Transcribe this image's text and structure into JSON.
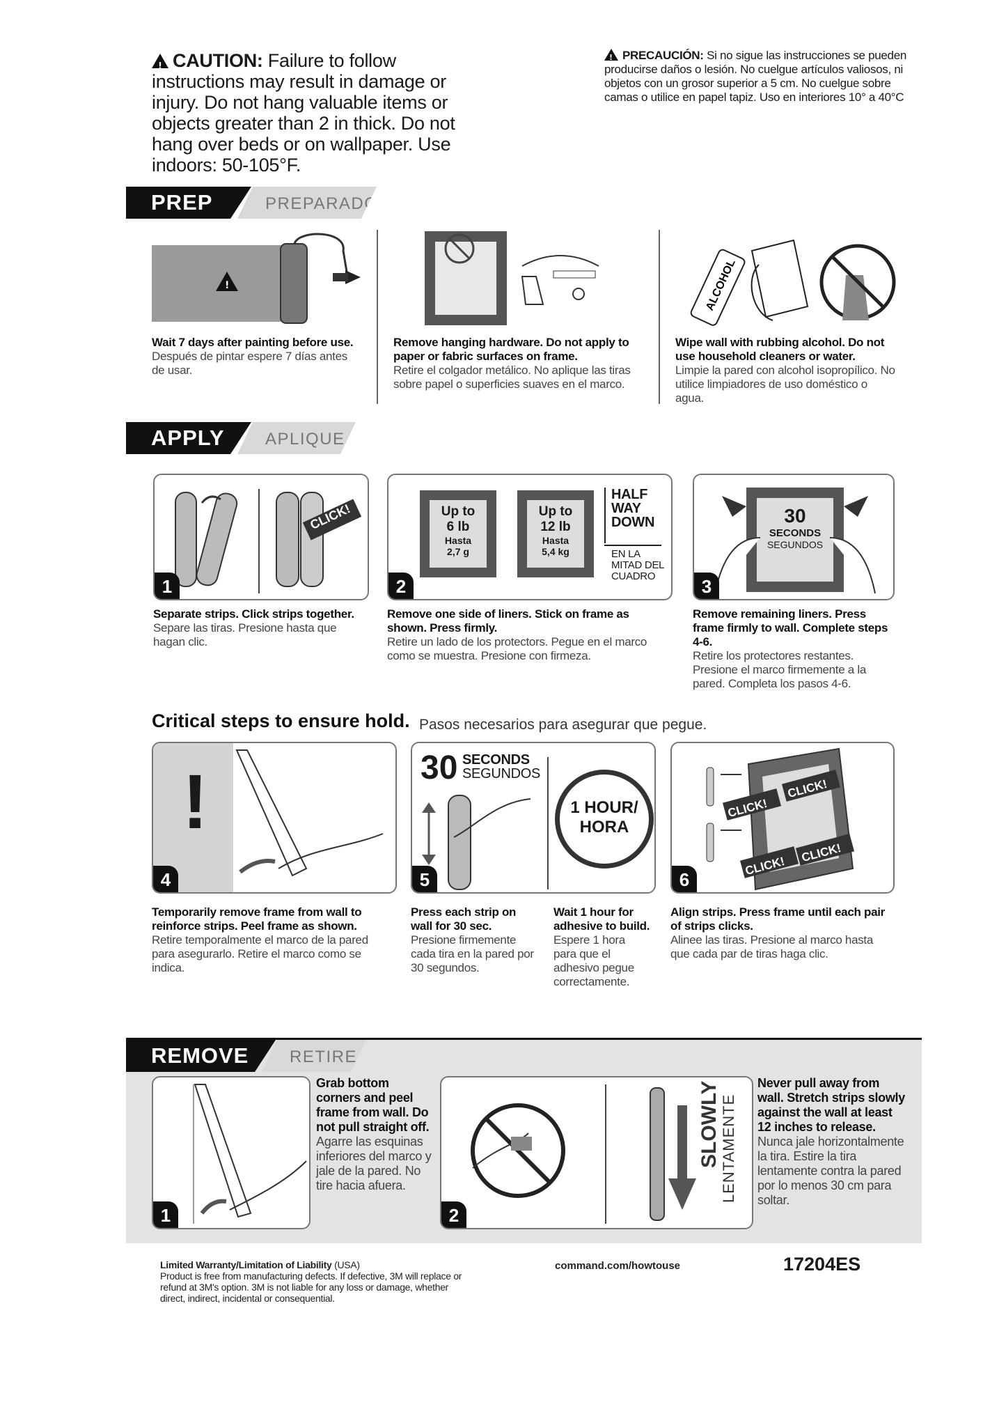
{
  "caution": {
    "en_label": "CAUTION:",
    "en_text": "Failure to follow instructions may result in damage or injury. Do not hang valuable items or objects greater than 2 in thick. Do not hang over beds or on wallpaper. Use indoors: 50-105°F.",
    "es_label": "PRECAUCIÓN:",
    "es_text": "Si no sigue las instrucciones se pueden producirse daños o lesión. No cuelgue artículos valiosos, ni objetos con un grosor superior a 5 cm. No cuelgue sobre camas o utilice en papel tapiz. Uso en interiores 10° a 40°C"
  },
  "prep": {
    "title": "PREP",
    "title_es": "PREPARADO",
    "steps": [
      {
        "title": "Wait 7 days after painting before use.",
        "es": "Después de pintar espere 7 días antes de usar."
      },
      {
        "title": "Remove hanging hardware. Do not apply to paper or fabric surfaces on frame.",
        "es": "Retire el colgador metálico. No aplique las tiras sobre papel o superficies suaves en el marco."
      },
      {
        "title": "Wipe wall with rubbing alcohol. Do not use household cleaners or water.",
        "es": "Limpie la pared con alcohol isopropílico. No utilice limpiadores de uso doméstico o agua."
      }
    ],
    "alcohol_label": "ALCOHOL"
  },
  "apply": {
    "title": "APPLY",
    "title_es": "APLIQUE",
    "steps": [
      {
        "num": "1",
        "title": "Separate strips. Click strips together.",
        "es": "Separe las tiras. Presione hasta que hagan clic."
      },
      {
        "num": "2",
        "title": "Remove one side of liners. Stick on frame as shown. Press firmly.",
        "es": "Retire un lado de los protectors. Pegue en el marco como se muestra. Presione con firmeza."
      },
      {
        "num": "3",
        "title": "Remove remaining liners. Press frame firmly to wall. Complete steps 4-6.",
        "es": "Retire los protectores restantes. Presione el marco firmemente a la pared. Completa los pasos 4-6."
      }
    ],
    "click": "CLICK!",
    "frame_a": {
      "line1": "Up to",
      "line2": "6 lb",
      "line3": "Hasta",
      "line4": "2,7 g"
    },
    "frame_b": {
      "line1": "Up to",
      "line2": "12 lb",
      "line3": "Hasta",
      "line4": "5,4 kg"
    },
    "halfway": {
      "l1": "HALF",
      "l2": "WAY",
      "l3": "DOWN",
      "e1": "EN LA",
      "e2": "MITAD DEL",
      "e3": "CUADRO"
    },
    "seconds": {
      "num": "30",
      "en": "SECONDS",
      "es": "SEGUNDOS"
    }
  },
  "critical": {
    "title": "Critical steps to ensure hold.",
    "title_es": "Pasos necesarios para asegurar que pegue.",
    "steps": [
      {
        "num": "4",
        "title": "Temporarily remove frame from wall to reinforce strips. Peel frame as shown.",
        "es": "Retire temporalmente el marco de la pared para asegurarlo. Retire el marco como se indica."
      },
      {
        "num": "5",
        "title": "Press each strip on wall for 30 sec.",
        "es": "Presione firmemente cada tira en la pared por 30 segundos."
      },
      {
        "num": "6",
        "title": "Align strips. Press frame until each pair of strips clicks.",
        "es": "Alinee las tiras. Presione al marco hasta que cada par de tiras haga clic."
      }
    ],
    "wait": {
      "title": "Wait 1 hour for adhesive to build.",
      "es": "Espere 1 hora para que el adhesivo pegue correctamente."
    },
    "seconds": {
      "num": "30",
      "en": "SECONDS",
      "es": "SEGUNDOS"
    },
    "clock": {
      "l1": "1 HOUR/",
      "l2": "HORA"
    },
    "click": "CLICK!"
  },
  "remove": {
    "title": "REMOVE",
    "title_es": "RETIRE",
    "step1": {
      "num": "1",
      "title": "Grab bottom corners and peel frame from wall. Do not pull straight off.",
      "es": "Agarre las esquinas inferiores del marco y jale de la pared. No tire hacia afuera."
    },
    "step2": {
      "num": "2",
      "title": "Never pull away from wall. Stretch strips slowly against the wall at least 12 inches to release.",
      "es": "Nunca jale horizontalmente la tira. Estire la tira lentamente contra la pared por lo menos 30 cm para soltar."
    },
    "slowly": "SLOWLY",
    "slowly_es": "LENTAMENTE"
  },
  "footer": {
    "warranty_title": "Limited Warranty/Limitation of Liability",
    "warranty_region": "(USA)",
    "warranty_text": "Product is free from manufacturing defects. If defective, 3M will replace or refund at 3M's option. 3M is not liable for any loss or damage, whether direct, indirect, incidental or consequential.",
    "url": "command.com/howtouse",
    "code": "17204ES"
  }
}
